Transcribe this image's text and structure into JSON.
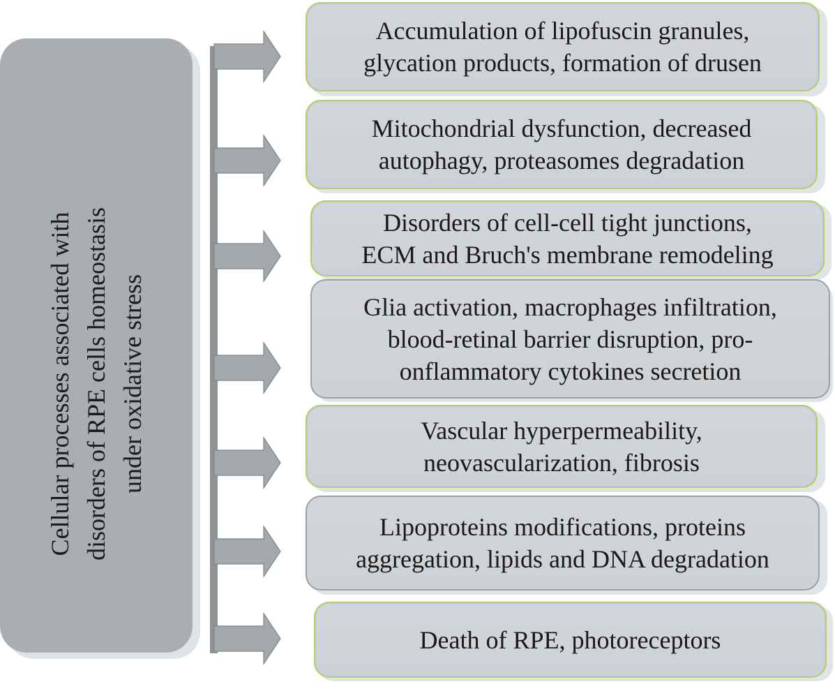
{
  "diagram": {
    "title_box": {
      "lines": [
        "Cellular processes associated with",
        "disorders of RPE cells homeostasis",
        "under oxidative stress"
      ]
    },
    "connector": "arrow-right",
    "colors": {
      "title_box_fill": "#a8aeb1",
      "item_box_fill": "#d0d4d8",
      "accent_border": "#b9cc5c",
      "neutral_border": "#9aa0a4",
      "arrow_fill": "#a3a8ac"
    },
    "items": [
      {
        "lines": [
          "Accumulation of lipofuscin granules,",
          "glycation products, formation of drusen"
        ],
        "border": "green"
      },
      {
        "lines": [
          "Mitochondrial dysfunction, decreased",
          "autophagy, proteasomes degradation"
        ],
        "border": "green"
      },
      {
        "lines": [
          "Disorders of cell-cell tight junctions,",
          "ECM and Bruch's membrane remodeling"
        ],
        "border": "green"
      },
      {
        "lines": [
          "Glia activation, macrophages infiltration,",
          "blood-retinal barrier disruption, pro-",
          "onflammatory cytokines secretion"
        ],
        "border": "gray"
      },
      {
        "lines": [
          "Vascular hyperpermeability,",
          "neovascularization, fibrosis"
        ],
        "border": "green"
      },
      {
        "lines": [
          "Lipoproteins modifications, proteins",
          "aggregation, lipids and DNA degradation"
        ],
        "border": "gray"
      },
      {
        "lines": [
          "Death of RPE, photoreceptors"
        ],
        "border": "green"
      }
    ]
  }
}
